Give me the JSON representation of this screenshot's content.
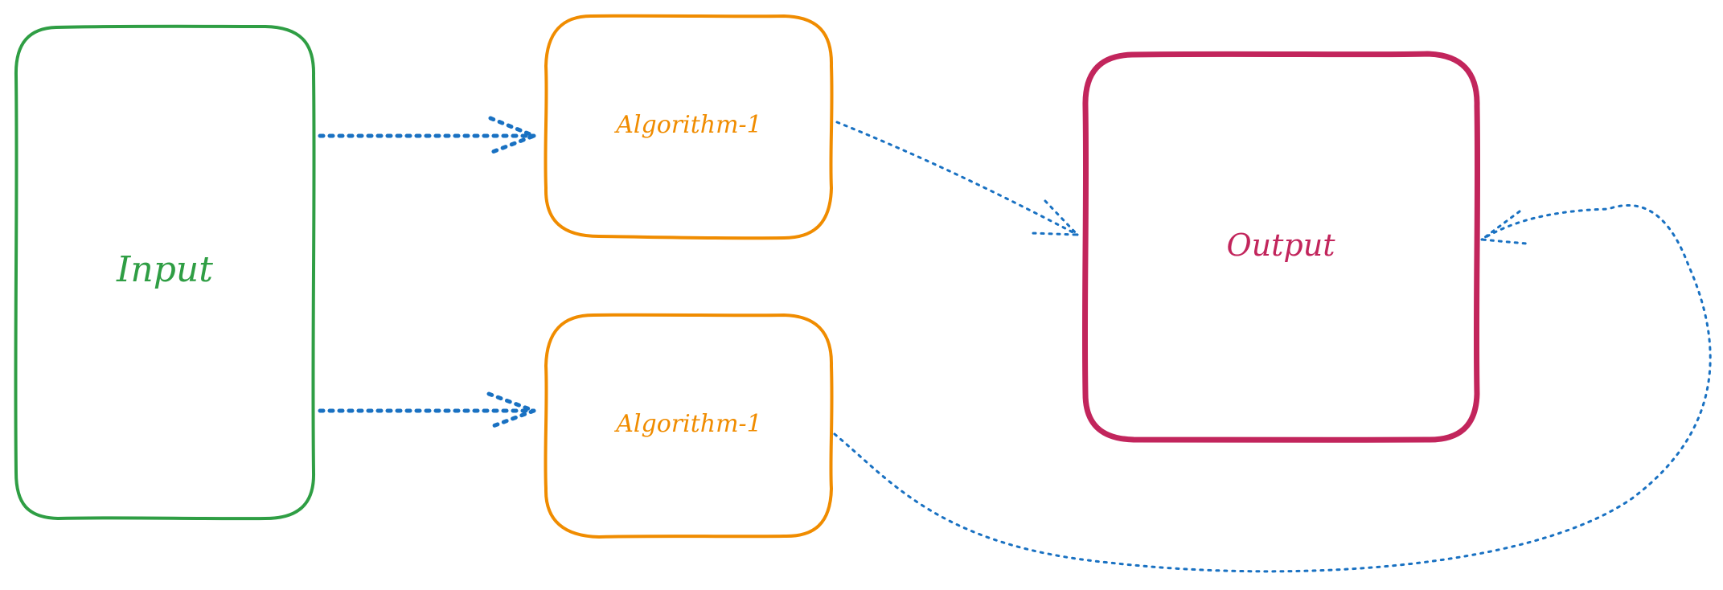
{
  "nodes": {
    "input": {
      "label": "Input",
      "color": "#2f9e44"
    },
    "algorithm_top": {
      "label": "Algorithm-1",
      "color": "#f08c00"
    },
    "algorithm_bottom": {
      "label": "Algorithm-1",
      "color": "#f08c00"
    },
    "output": {
      "label": "Output",
      "color": "#c2255c"
    }
  },
  "edges": [
    {
      "from": "input",
      "to": "algorithm_top",
      "style": "dotted",
      "color": "#1971c2"
    },
    {
      "from": "input",
      "to": "algorithm_bottom",
      "style": "dotted",
      "color": "#1971c2"
    },
    {
      "from": "algorithm_top",
      "to": "output",
      "style": "dotted",
      "color": "#1971c2"
    },
    {
      "from": "algorithm_bottom",
      "to": "output",
      "style": "dotted",
      "color": "#1971c2"
    }
  ]
}
